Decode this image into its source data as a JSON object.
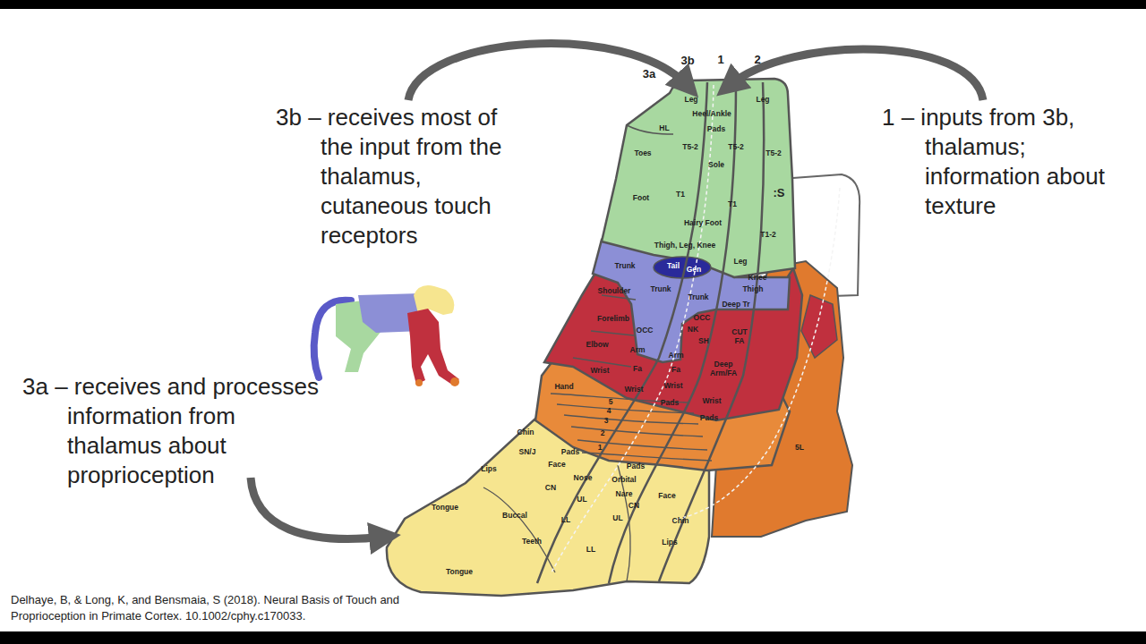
{
  "diagram": {
    "labels": [
      "3b – receives most of the input from the thalamus, cutaneous touch receptors",
      "1 – inputs from 3b, thalamus; information about texture",
      "3a – receives and processes information from thalamus about proprioception",
      "Delhaye, B, & Long, K, and Bensmaia, S (2018). Neural Basis of Touch and Proprioception in Primate Cortex. 10.1002/cphy.c170033.",
      "3a",
      "3b",
      "1",
      "2",
      "Leg",
      "Heel/Ankle",
      "Leg",
      "Pads",
      "HL",
      "Toes",
      "T5-2",
      "T5-2",
      "T5-2",
      "Sole",
      "Foot",
      "T1",
      "T1",
      ":S",
      "Hairy Foot",
      "T1-2",
      "Thigh, Leg, Knee",
      "Leg",
      "Knee",
      "Thigh",
      "Trunk",
      "Tail",
      "Gen",
      "Trunk",
      "Trunk",
      "Deep Tr",
      "OCC",
      "Shoulder",
      "Forelimb",
      "Elbow",
      "Wrist",
      "OCC",
      "NK",
      "SH",
      "CUT FA",
      "Arm",
      "Arm",
      "Fa",
      "Fa",
      "Deep Arm/FA",
      "Wrist",
      "Wrist",
      "Wrist",
      "Pads",
      "Pads",
      "Hand",
      "5",
      "4",
      "3",
      "2",
      "1",
      "Pads",
      "Pads",
      "5L",
      "Chin",
      "SN/J",
      "Lips",
      "Face",
      "Nose",
      "CN",
      "UL",
      "Orbital",
      "Nare",
      "Face",
      "CN",
      "UL",
      "Chin",
      "Tongue",
      "Buccal",
      "LL",
      "Teeth",
      "LL",
      "Lips",
      "Tongue"
    ]
  }
}
